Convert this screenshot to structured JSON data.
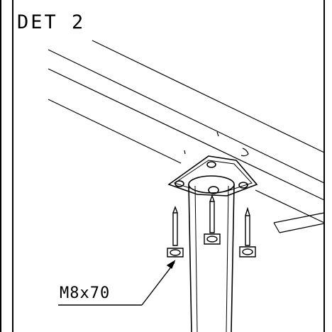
{
  "detail": {
    "title": "DET 2",
    "callout": "M8x70"
  },
  "drawing": {
    "stroke_color": "#000000",
    "background": "#ffffff",
    "screw_count": 3
  }
}
